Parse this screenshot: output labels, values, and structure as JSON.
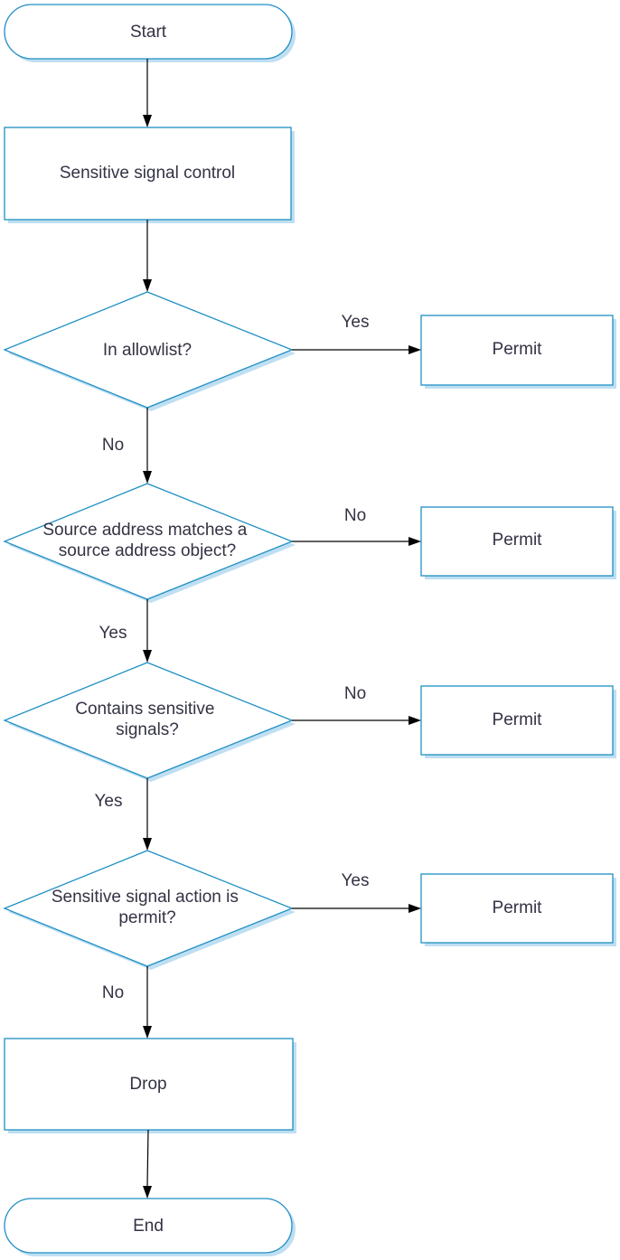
{
  "diagram": {
    "start_label": "Start",
    "process_label": "Sensitive signal control",
    "decision_allowlist": [
      "In allowlist?"
    ],
    "decision_source": [
      "Source address matches a",
      "source address object?"
    ],
    "decision_contains": [
      "Contains sensitive",
      "signals?"
    ],
    "decision_action": [
      "Sensitive signal action is",
      "permit?"
    ],
    "permit_label": "Permit",
    "drop_label": "Drop",
    "end_label": "End",
    "edge_labels": {
      "allowlist_yes": "Yes",
      "allowlist_no": "No",
      "source_no": "No",
      "source_yes": "Yes",
      "contains_no": "No",
      "contains_yes": "Yes",
      "action_yes": "Yes",
      "action_no": "No"
    }
  },
  "colors": {
    "stroke": "#1f8fc4",
    "shadow": "#bfdff2",
    "text": "#333344",
    "edge": "#000000"
  }
}
